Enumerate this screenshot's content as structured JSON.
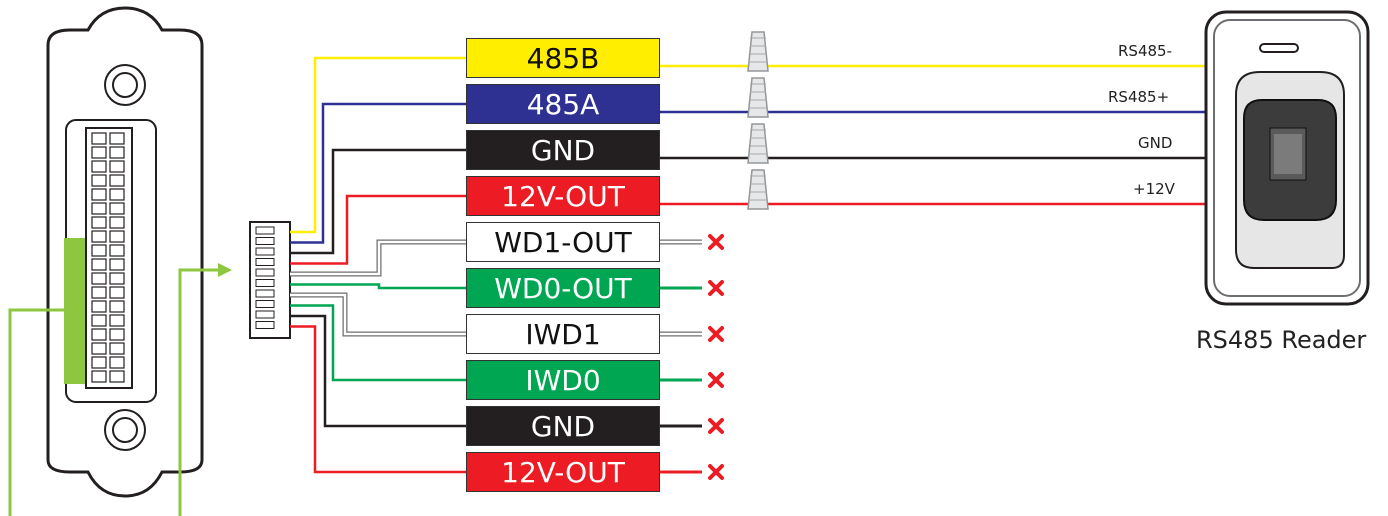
{
  "terminal_block": {
    "pins": [
      {
        "label": "485B",
        "bg": "#ffee00",
        "fg": "#111111",
        "wire": "#ffee00"
      },
      {
        "label": "485A",
        "bg": "#2e3192",
        "fg": "#ffffff",
        "wire": "#2e3192"
      },
      {
        "label": "GND",
        "bg": "#231f20",
        "fg": "#ffffff",
        "wire": "#231f20"
      },
      {
        "label": "12V-OUT",
        "bg": "#ed1c24",
        "fg": "#ffffff",
        "wire": "#ed1c24"
      },
      {
        "label": "WD1-OUT",
        "bg": "#ffffff",
        "fg": "#111111",
        "wire": "#b3b3b3"
      },
      {
        "label": "WD0-OUT",
        "bg": "#00a651",
        "fg": "#ffffff",
        "wire": "#00a651"
      },
      {
        "label": "IWD1",
        "bg": "#ffffff",
        "fg": "#111111",
        "wire": "#b3b3b3"
      },
      {
        "label": "IWD0",
        "bg": "#00a651",
        "fg": "#ffffff",
        "wire": "#00a651"
      },
      {
        "label": "GND",
        "bg": "#231f20",
        "fg": "#ffffff",
        "wire": "#231f20"
      },
      {
        "label": "12V-OUT",
        "bg": "#ed1c24",
        "fg": "#ffffff",
        "wire": "#ed1c24"
      }
    ]
  },
  "reader": {
    "caption": "RS485 Reader",
    "wires": [
      {
        "label": "RS485-",
        "color": "#ffee00"
      },
      {
        "label": "RS485+",
        "color": "#2e3192"
      },
      {
        "label": "GND",
        "color": "#231f20"
      },
      {
        "label": "+12V",
        "color": "#ed1c24"
      }
    ]
  },
  "colors": {
    "highlight_green": "#8dc63f",
    "not_connected_mark": "#ed1c24"
  },
  "icons": {
    "not_connected": "red-x-icon",
    "splice": "wire-connector-icon"
  }
}
